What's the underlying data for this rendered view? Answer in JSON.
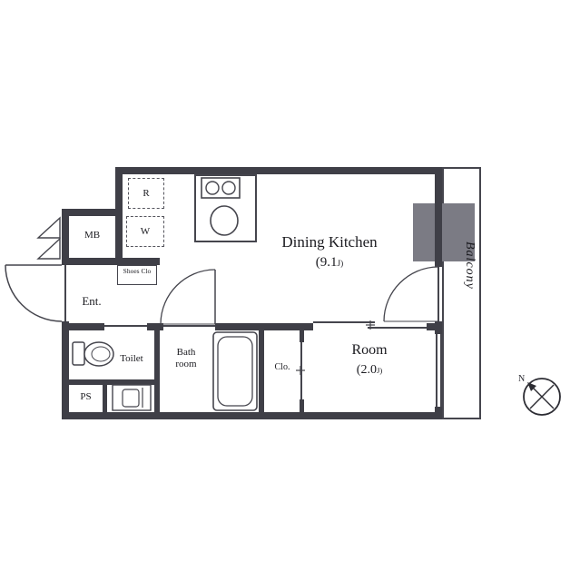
{
  "plan": {
    "dk": {
      "name": "Dining Kitchen",
      "size_main": "(9.1",
      "size_unit": "J)"
    },
    "room": {
      "name": "Room",
      "size_main": "(2.0",
      "size_unit": "J)"
    },
    "balcony": "Balcony",
    "entrance": "Ent.",
    "meter_box": "MB",
    "toilet": "Toilet",
    "bath_room": "Bath room",
    "closet": "Clo.",
    "pipe_space": "PS",
    "shoes_closet": "Shoes Clo",
    "fridge_mark": "R",
    "washer_mark": "W",
    "compass_north": "N"
  },
  "colors": {
    "wall": "#3f3f47",
    "line": "#45454d",
    "pillar": "#7b7b84",
    "text": "#1b1b20"
  }
}
